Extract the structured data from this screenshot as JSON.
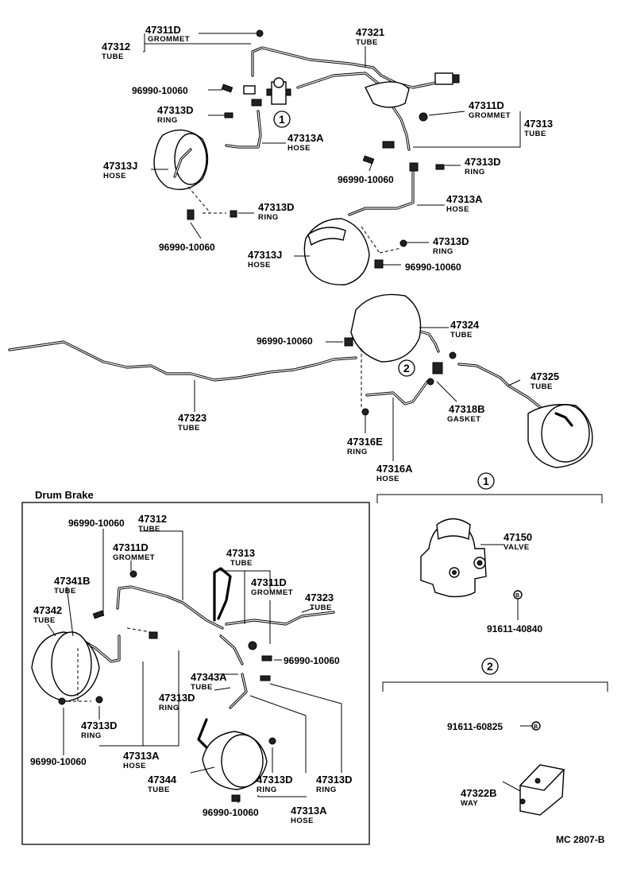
{
  "drum_title": "Drum Brake",
  "diagram_code": "MC 2807-B",
  "callouts": {
    "one": "1",
    "two": "2"
  },
  "labels": {
    "l1": {
      "num": "47311D",
      "sub": "GROMMET"
    },
    "l2": {
      "num": "47312",
      "sub": "TUBE"
    },
    "l3": {
      "num": "47321",
      "sub": "TUBE"
    },
    "l4": {
      "num": "96990-10060"
    },
    "l5": {
      "num": "47313D",
      "sub": "RING"
    },
    "l6": {
      "num": "47313A",
      "sub": "HOSE"
    },
    "l7": {
      "num": "47313J",
      "sub": "HOSE"
    },
    "l8": {
      "num": "47313D",
      "sub": "RING"
    },
    "l9": {
      "num": "96990-10060"
    },
    "l10": {
      "num": "47311D",
      "sub": "GROMMET"
    },
    "l11": {
      "num": "47313",
      "sub": "TUBE"
    },
    "l12": {
      "num": "47313D",
      "sub": "RING"
    },
    "l13": {
      "num": "96990-10060"
    },
    "l14": {
      "num": "47313A",
      "sub": "HOSE"
    },
    "l15": {
      "num": "47313D",
      "sub": "RING"
    },
    "l16": {
      "num": "47313J",
      "sub": "HOSE"
    },
    "l17": {
      "num": "96990-10060"
    },
    "l18": {
      "num": "96990-10060"
    },
    "l19": {
      "num": "47324",
      "sub": "TUBE"
    },
    "l20": {
      "num": "47325",
      "sub": "TUBE"
    },
    "l21": {
      "num": "47318B",
      "sub": "GASKET"
    },
    "l22": {
      "num": "47323",
      "sub": "TUBE"
    },
    "l23": {
      "num": "47316E",
      "sub": "RING"
    },
    "l24": {
      "num": "47316A",
      "sub": "HOSE"
    },
    "l25": {
      "num": "96990-10060"
    },
    "l26": {
      "num": "47312",
      "sub": "TUBE"
    },
    "l27": {
      "num": "47311D",
      "sub": "GROMMET"
    },
    "l28": {
      "num": "47313",
      "sub": "TUBE"
    },
    "l29": {
      "num": "47311D",
      "sub": "GROMMET"
    },
    "l30": {
      "num": "47323",
      "sub": "TUBE"
    },
    "l31": {
      "num": "47341B",
      "sub": "TUBE"
    },
    "l32": {
      "num": "47342",
      "sub": "TUBE"
    },
    "l33": {
      "num": "96990-10060"
    },
    "l34": {
      "num": "47343A",
      "sub": "TUBE"
    },
    "l35": {
      "num": "47313D",
      "sub": "RING"
    },
    "l36": {
      "num": "47313D",
      "sub": "RING"
    },
    "l37": {
      "num": "47313A",
      "sub": "HOSE"
    },
    "l38": {
      "num": "96990-10060"
    },
    "l39": {
      "num": "47344",
      "sub": "TUBE"
    },
    "l40": {
      "num": "47313D",
      "sub": "RING"
    },
    "l41": {
      "num": "47313D",
      "sub": "RING"
    },
    "l42": {
      "num": "96990-10060"
    },
    "l43": {
      "num": "47313A",
      "sub": "HOSE"
    },
    "l44": {
      "num": "47150",
      "sub": "VALVE"
    },
    "l45": {
      "num": "91611-40840"
    },
    "l46": {
      "num": "91611-60825"
    },
    "l47": {
      "num": "47322B",
      "sub": "WAY"
    }
  }
}
